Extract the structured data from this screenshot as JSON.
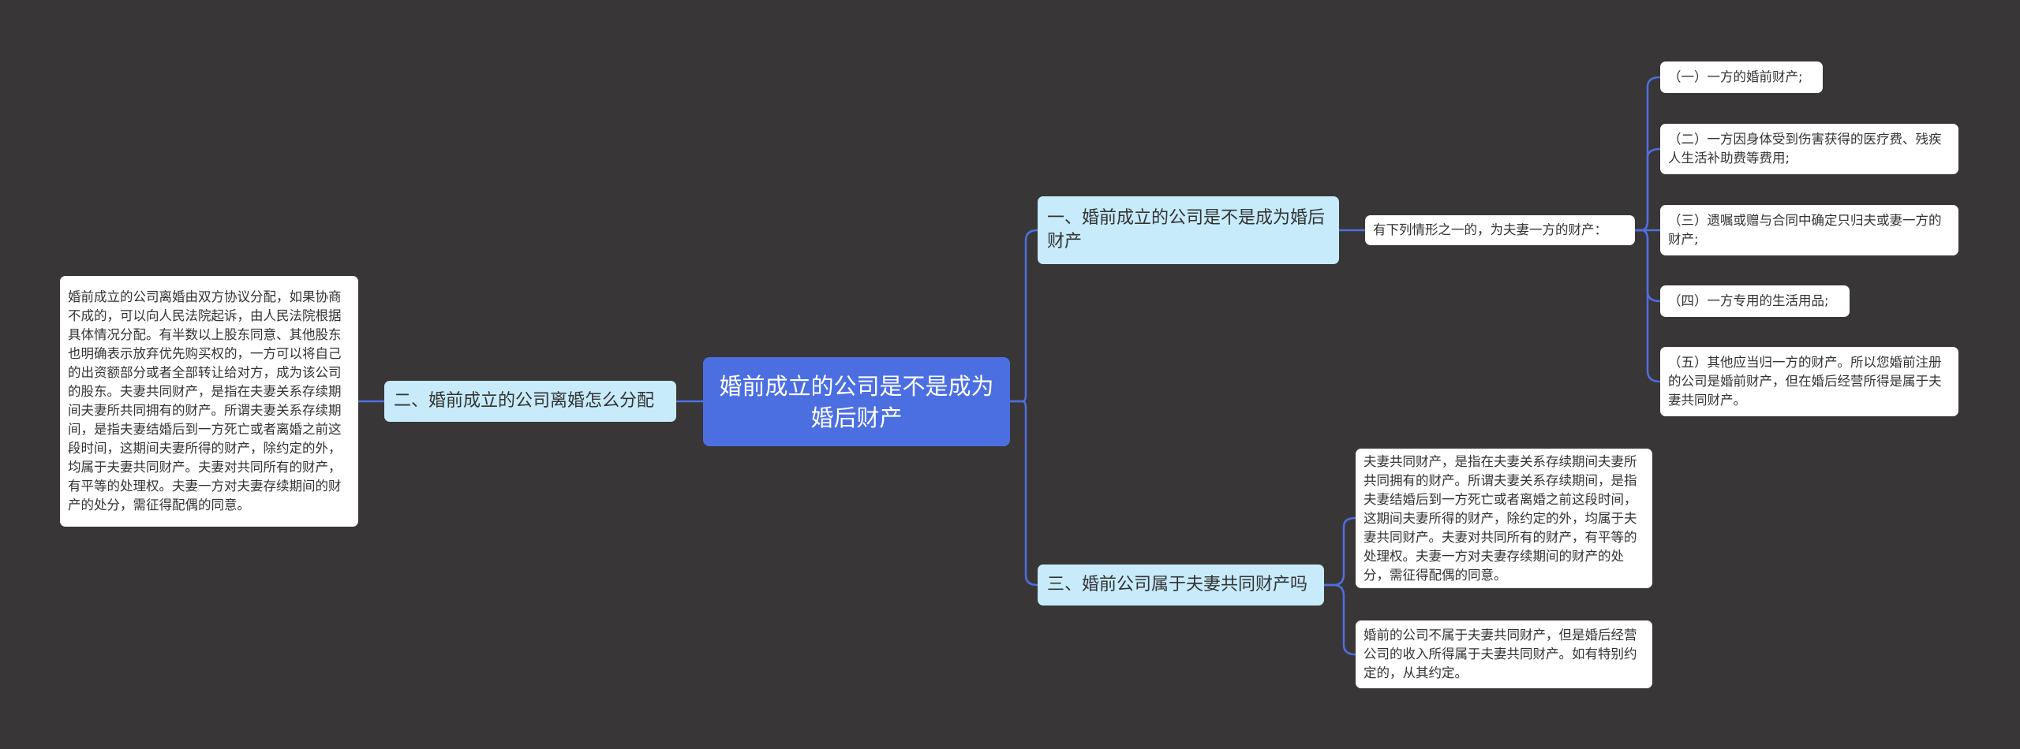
{
  "root": {
    "label": "婚前成立的公司是不是成为婚后财产"
  },
  "branches": [
    {
      "label": "一、婚前成立的公司是不是成为婚后财产",
      "sub": {
        "label": "有下列情形之一的，为夫妻一方的财产：",
        "items": [
          "（一）一方的婚前财产;",
          "（二）一方因身体受到伤害获得的医疗费、残疾人生活补助费等费用;",
          "（三）遗嘱或赠与合同中确定只归夫或妻一方的财产;",
          "（四）一方专用的生活用品;",
          "（五）其他应当归一方的财产。所以您婚前注册的公司是婚前财产，但在婚后经营所得是属于夫妻共同财产。"
        ]
      }
    },
    {
      "label": "二、婚前成立的公司离婚怎么分配",
      "items": [
        "婚前成立的公司离婚由双方协议分配，如果协商不成的，可以向人民法院起诉，由人民法院根据具体情况分配。有半数以上股东同意、其他股东也明确表示放弃优先购买权的，一方可以将自己的出资额部分或者全部转让给对方，成为该公司的股东。夫妻共同财产，是指在夫妻关系存续期间夫妻所共同拥有的财产。所谓夫妻关系存续期间，是指夫妻结婚后到一方死亡或者离婚之前这段时间，这期间夫妻所得的财产，除约定的外，均属于夫妻共同财产。夫妻对共同所有的财产，有平等的处理权。夫妻一方对夫妻存续期间的财产的处分，需征得配偶的同意。"
      ]
    },
    {
      "label": "三、婚前公司属于夫妻共同财产吗",
      "items": [
        "夫妻共同财产，是指在夫妻关系存续期间夫妻所共同拥有的财产。所谓夫妻关系存续期间，是指夫妻结婚后到一方死亡或者离婚之前这段时间，这期间夫妻所得的财产，除约定的外，均属于夫妻共同财产。夫妻对共同所有的财产，有平等的处理权。夫妻一方对夫妻存续期间的财产的处分，需征得配偶的同意。",
        "婚前的公司不属于夫妻共同财产，但是婚后经营公司的收入所得属于夫妻共同财产。如有特别约定的，从其约定。"
      ]
    }
  ],
  "colors": {
    "background": "#383637",
    "root_fill": "#4b6fe1",
    "branch_fill": "#c7ebfb",
    "leaf_fill": "#ffffff",
    "connector": "#4f6fe0"
  }
}
